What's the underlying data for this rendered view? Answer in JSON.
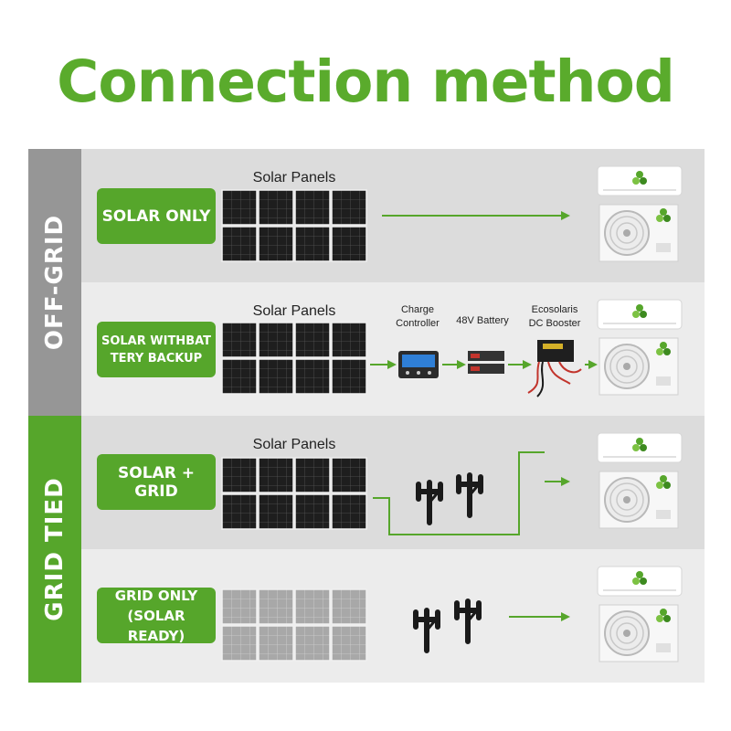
{
  "title": "Connection method",
  "sections": {
    "off_grid": "OFF-GRID",
    "grid_tied": "GRID TIED"
  },
  "rows": [
    {
      "badge_lines": [
        "SOLAR ONLY"
      ],
      "panel_label": "Solar Panels"
    },
    {
      "badge_lines": [
        "SOLAR WITHBAT",
        "TERY BACKUP"
      ],
      "panel_label": "Solar Panels",
      "components": {
        "charge_controller": [
          "Charge",
          "Controller"
        ],
        "battery": [
          "48V Battery"
        ],
        "booster": [
          "Ecosolaris",
          "DC Booster"
        ]
      }
    },
    {
      "badge_lines": [
        "SOLAR + GRID"
      ],
      "panel_label": "Solar Panels"
    },
    {
      "badge_lines": [
        "GRID ONLY",
        "(SOLAR READY)"
      ]
    }
  ],
  "colors": {
    "green": "#56a62b",
    "title_green": "#5aab2c",
    "off_grid_bar": "#969696",
    "grid_tied_bar": "#56a62b",
    "row_bg_dark": "#dcdcdc",
    "row_bg_light": "#ececec"
  },
  "icons": [
    "solar-panel-icon",
    "charge-controller-icon",
    "battery-icon",
    "dc-booster-icon",
    "power-pole-icon",
    "air-conditioner-icon",
    "arrow-icon"
  ]
}
